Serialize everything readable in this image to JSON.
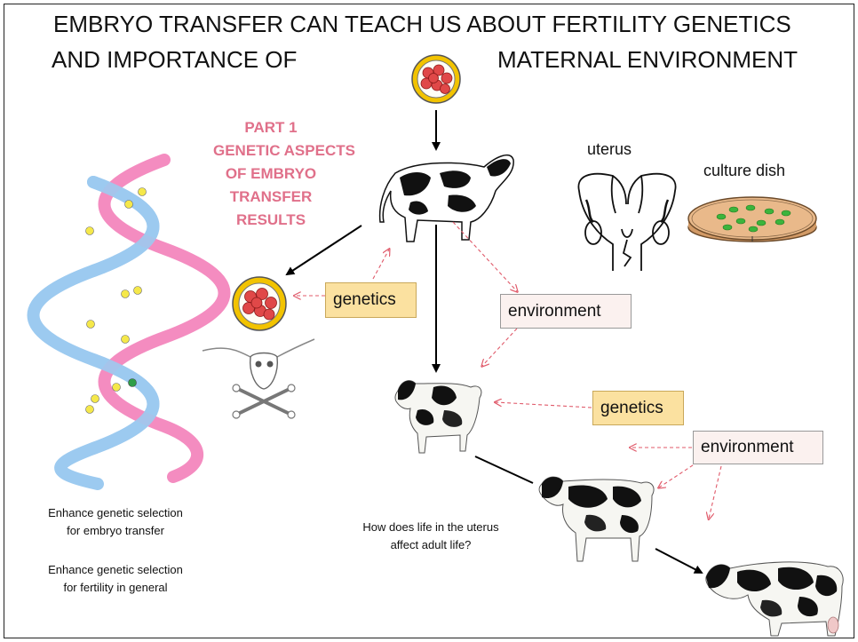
{
  "title": {
    "line1": "EMBRYO TRANSFER CAN TEACH US ABOUT FERTILITY GENETICS",
    "line2_left": "AND IMPORTANCE OF",
    "line2_right": "MATERNAL ENVIRONMENT"
  },
  "part1": {
    "lines": [
      "PART 1",
      "GENETIC ASPECTS",
      "OF EMBRYO",
      "TRANSFER",
      "RESULTS"
    ]
  },
  "labels": {
    "uterus": "uterus",
    "culture_dish": "culture dish",
    "genetics_1": "genetics",
    "environment_1": "environment",
    "genetics_2": "genetics",
    "environment_2": "environment"
  },
  "notes": {
    "selection_1": [
      "Enhance genetic selection",
      "for embryo transfer"
    ],
    "selection_2": [
      "Enhance genetic selection",
      "for fertility in general"
    ],
    "question": [
      "How does life in the uterus",
      "affect adult life?"
    ]
  },
  "colors": {
    "accent_pink": "#e0708a",
    "genetics_fill": "#fbe1a0",
    "environment_fill": "#fbf1ef",
    "dna_pink": "#f48cc0",
    "dna_blue": "#9ccaf0",
    "embryo_red": "#e04848",
    "embryo_ring": "#f2c300",
    "dish_fill": "#e9b98a",
    "dish_cell": "#3cb43c"
  }
}
